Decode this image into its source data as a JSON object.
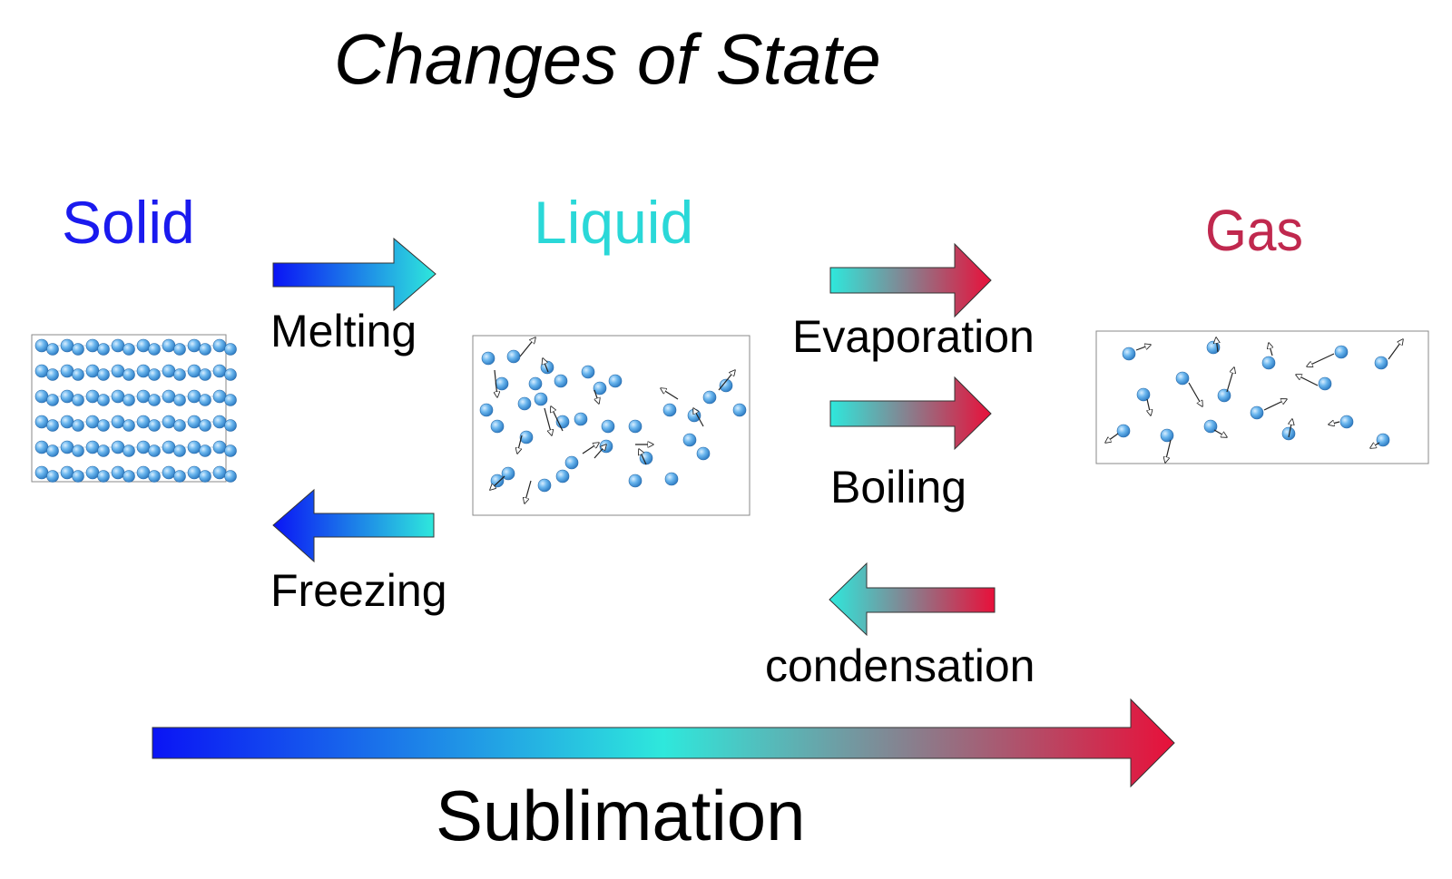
{
  "title": "Changes of State",
  "states": {
    "solid": {
      "label": "Solid",
      "color": "#1a1aee"
    },
    "liquid": {
      "label": "Liquid",
      "color": "#2ad8d8"
    },
    "gas": {
      "label": "Gas",
      "color": "#c0284e"
    }
  },
  "processes": {
    "melting": "Melting",
    "freezing": "Freezing",
    "evaporation": "Evaporation",
    "boiling": "Boiling",
    "condensation": "condensation",
    "sublimation": "Sublimation"
  },
  "colors": {
    "blue": "#0a14f5",
    "cyan": "#2ee8dc",
    "red": "#e8103a",
    "particle": "#5aaae6"
  }
}
